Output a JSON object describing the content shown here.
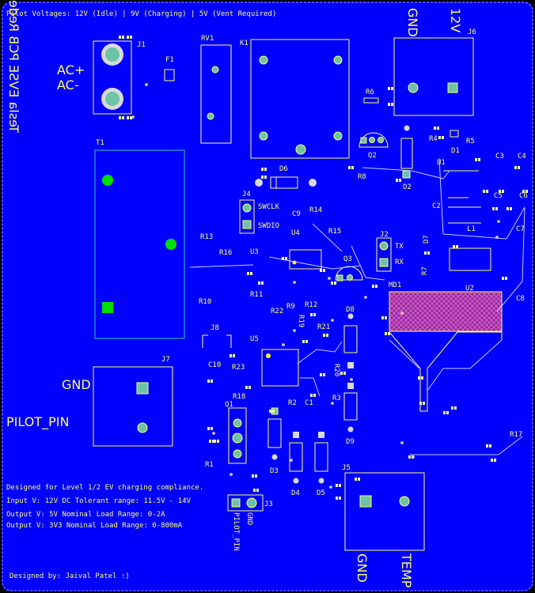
{
  "header": {
    "pilot_voltages": "Pilot Voltages: 12V (Idle) | 9V (Charging) | 5V (Vent Required)"
  },
  "side_title": "Tesla EVSE PCB Redesign",
  "notes": {
    "line1": "Designed for Level 1/2 EV charging compliance.",
    "line2": "Input V: 12V DC  Tolerant range: 11.5V - 14V",
    "line3": "Output V: 5V Nominal  Load Range: 0-2A",
    "line4": "Output V: 3V3 Nominal Load Range: 0-800mA",
    "designer": "Designed by: Jaival Patel :)"
  },
  "net_labels": {
    "ac_plus": "AC+",
    "ac_minus": "AC-",
    "gnd_j6": "GND",
    "v12_j6": "12V",
    "gnd_j7": "GND",
    "pilot_pin_j7": "PILOT_PIN",
    "swclk": "SWCLK",
    "swdio": "SWDIO",
    "tx": "TX",
    "rx": "RX",
    "pilot_pin_j3": "PILOT_PIN",
    "gnd_j3": "GND",
    "gnd_j5": "GND",
    "temp_j5": "TEMP"
  },
  "designators": {
    "J1": "J1",
    "F1": "F1",
    "RV1": "RV1",
    "K1": "K1",
    "J6": "J6",
    "T1": "T1",
    "R6": "R6",
    "Q2": "Q2",
    "R8": "R8",
    "R4": "R4",
    "D1": "D1",
    "R5": "R5",
    "U1": "U1",
    "D2": "D2",
    "C3": "C3",
    "C4": "C4",
    "C5": "C5",
    "C6": "C6",
    "C2": "C2",
    "L1": "L1",
    "C7": "C7",
    "D6": "D6",
    "J4": "J4",
    "C9": "C9",
    "R14": "R14",
    "U4": "U4",
    "R15": "R15",
    "J2": "J2",
    "D7": "D7",
    "R13": "R13",
    "R16": "R16",
    "U3": "U3",
    "Q3": "Q3",
    "R7": "R7",
    "R11": "R11",
    "MD1": "MD1",
    "U2": "U2",
    "C8": "C8",
    "R10": "R10",
    "R22": "R22",
    "R9": "R9",
    "R12": "R12",
    "D8": "D8",
    "R19": "R19",
    "R21": "R21",
    "J8": "J8",
    "U5": "U5",
    "J7": "J7",
    "C10": "C10",
    "R23": "R23",
    "R20": "R20",
    "R18": "R18",
    "Q1": "Q1",
    "R2": "R2",
    "C1": "C1",
    "R3": "R3",
    "D9": "D9",
    "R1": "R1",
    "D3": "D3",
    "D4": "D4",
    "D5": "D5",
    "R17": "R17",
    "J5": "J5",
    "J3": "J3"
  }
}
